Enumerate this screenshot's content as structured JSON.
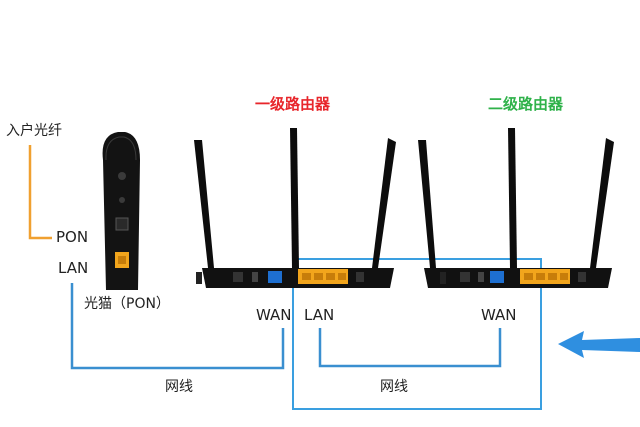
{
  "labels": {
    "router1_title": "一级路由器",
    "router2_title": "二级路由器",
    "fiber_in": "入户光纤",
    "pon": "PON",
    "lan_modem": "LAN",
    "modem_caption": "光猫（PON）",
    "wan_router1": "WAN",
    "lan_router1": "LAN",
    "wan_router2": "WAN",
    "cable1": "网线",
    "cable2": "网线"
  },
  "colors": {
    "router1_title": "#e8262b",
    "router2_title": "#2fb24a",
    "fiber_line": "#f0a030",
    "network_cable": "#3a8fd0",
    "highlight_box": "#3a9fe0",
    "arrow": "#2f8fe0",
    "lan_port": "#f2a51c",
    "wan_port": "#1e6fd0"
  },
  "icons": [
    "fiber-optic-modem",
    "router-1",
    "router-2",
    "pointer-arrow"
  ]
}
